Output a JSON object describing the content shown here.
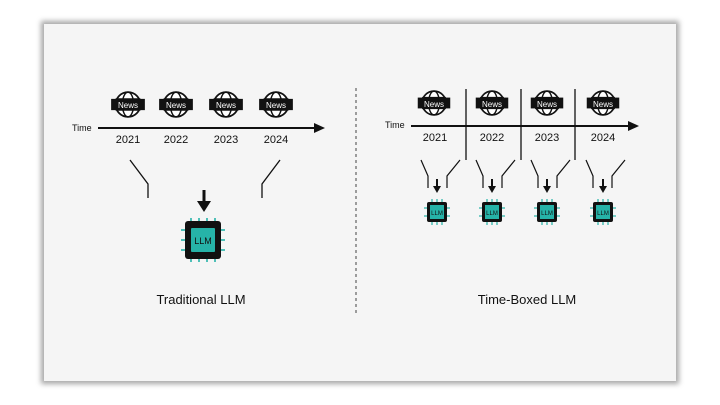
{
  "left_panel": {
    "axis_label": "Time",
    "years": [
      "2021",
      "2022",
      "2023",
      "2024"
    ],
    "news_icon_label": "News",
    "chip_label": "LLM",
    "caption": "Traditional LLM"
  },
  "right_panel": {
    "axis_label": "Time",
    "years": [
      "2021",
      "2022",
      "2023",
      "2024"
    ],
    "news_icon_label": "News",
    "chip_label": "LLM",
    "caption": "Time-Boxed LLM"
  },
  "colors": {
    "chip_core": "#26b3a8",
    "chip_body": "#111111",
    "line": "#111111",
    "card_bg": "#f5f5f5"
  }
}
